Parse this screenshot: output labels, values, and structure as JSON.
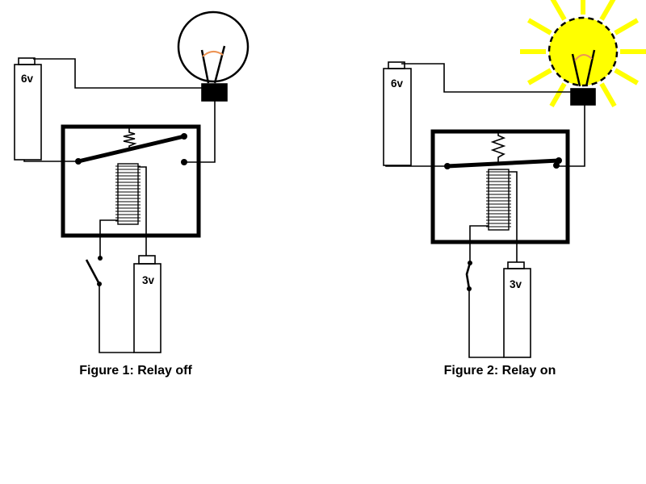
{
  "figures": {
    "fig1": {
      "caption": "Figure 1: Relay off",
      "main_battery_label": "6v",
      "coil_battery_label": "3v"
    },
    "fig2": {
      "caption": "Figure 2: Relay on",
      "main_battery_label": "6v",
      "coil_battery_label": "3v"
    }
  },
  "colors": {
    "wire": "#000000",
    "background": "#FFFFFF",
    "bulb_off_fill": "#FFFFFF",
    "bulb_on_fill": "#FFFF00",
    "ray": "#FFFF00",
    "filament_glow": "#ED9455"
  }
}
